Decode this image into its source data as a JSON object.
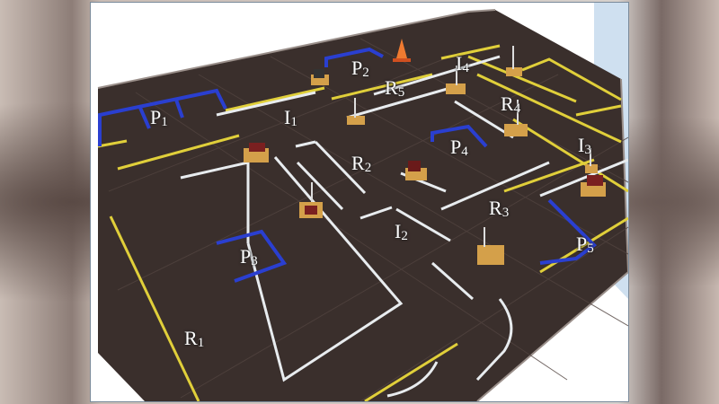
{
  "labels": {
    "p1": {
      "letter": "P",
      "num": "1"
    },
    "p2": {
      "letter": "P",
      "num": "2"
    },
    "p3": {
      "letter": "P",
      "num": "3"
    },
    "p4": {
      "letter": "P",
      "num": "4"
    },
    "p5": {
      "letter": "P",
      "num": "5"
    },
    "r1": {
      "letter": "R",
      "num": "1"
    },
    "r2": {
      "letter": "R",
      "num": "2"
    },
    "r3": {
      "letter": "R",
      "num": "3"
    },
    "r4": {
      "letter": "R",
      "num": "4"
    },
    "r5": {
      "letter": "R",
      "num": "5"
    },
    "i1": {
      "letter": "I",
      "num": "1"
    },
    "i2": {
      "letter": "I",
      "num": "2"
    },
    "i3": {
      "letter": "I",
      "num": "3"
    },
    "i4": {
      "letter": "I",
      "num": "4"
    }
  },
  "colors": {
    "floor": "#3a2f2c",
    "lane_white": "#e8ecef",
    "lane_yellow": "#e0cf3a",
    "parking_blue": "#2a3fd0",
    "frame_border": "#7a8a9a",
    "label": "#ffffff"
  },
  "icons": {
    "robot": "robot-icon",
    "cone": "traffic-cone-icon"
  }
}
